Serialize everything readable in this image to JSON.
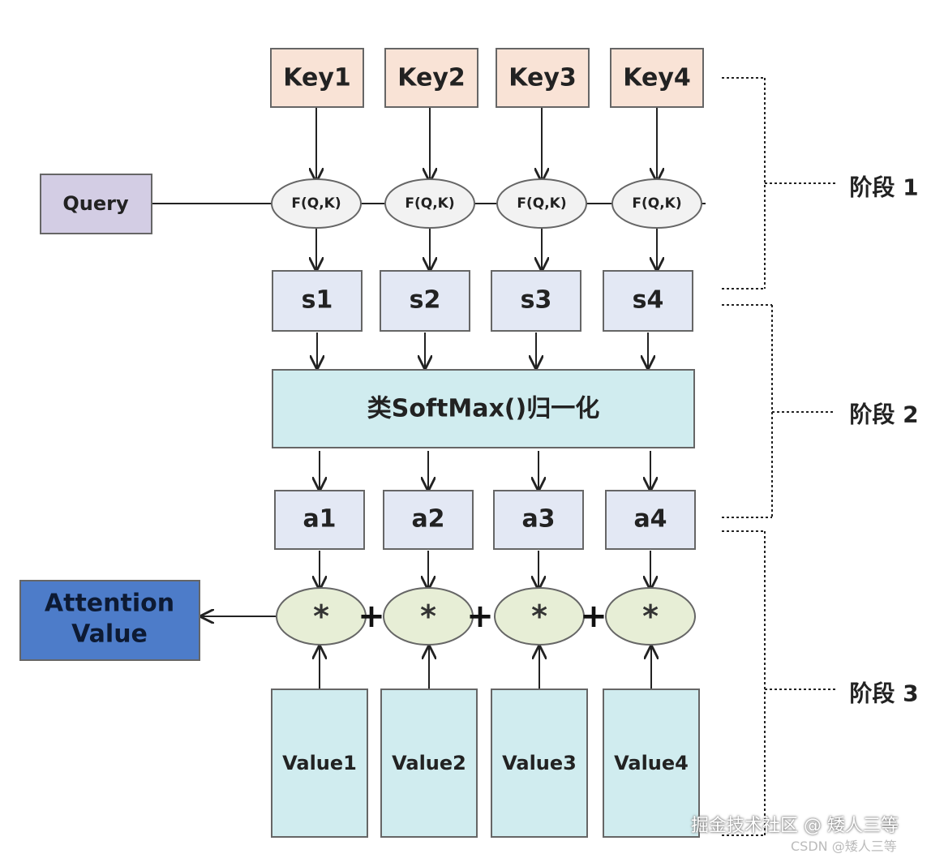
{
  "keys": [
    "Key1",
    "Key2",
    "Key3",
    "Key4"
  ],
  "query_label": "Query",
  "f_labels": [
    "F(Q,K)",
    "F(Q,K)",
    "F(Q,K)",
    "F(Q,K)"
  ],
  "scores": [
    "s1",
    "s2",
    "s3",
    "s4"
  ],
  "softmax_label": "类SoftMax()归一化",
  "weights": [
    "a1",
    "a2",
    "a3",
    "a4"
  ],
  "multiply_symbol": "*",
  "plus_symbol": "+",
  "attention_value": [
    "Attention",
    "Value"
  ],
  "values": [
    "Value1",
    "Value2",
    "Value3",
    "Value4"
  ],
  "stages": [
    "阶段 1",
    "阶段 2",
    "阶段 3"
  ],
  "watermark_primary": "掘金技术社区 @ 矮人三等",
  "watermark_secondary": "CSDN @矮人三等",
  "colors": {
    "key_fill": "#f9e3d6",
    "query_fill": "#d3cde4",
    "score_fill": "#e3e8f4",
    "softmax_fill": "#d0ecef",
    "oval_fill": "#f2f2f2",
    "mult_fill": "#e7eed6",
    "attention_fill": "#4d7cc9",
    "value_fill": "#d0ecef",
    "line": "#222222"
  }
}
